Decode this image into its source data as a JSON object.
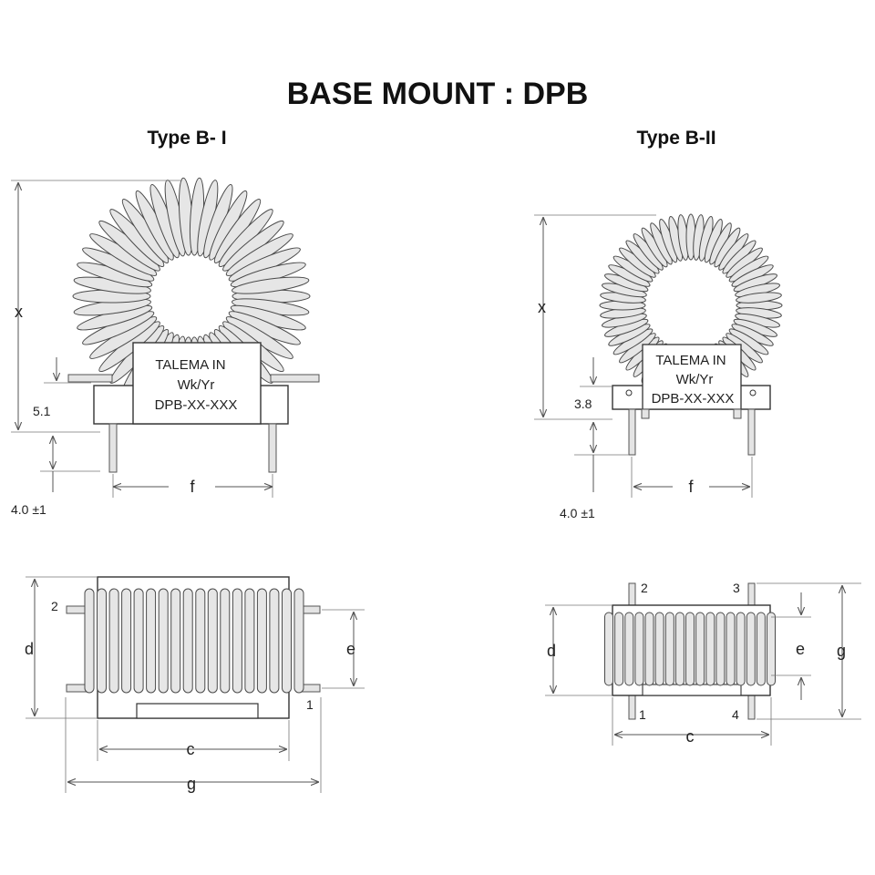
{
  "title": "BASE MOUNT : DPB",
  "type_b1": {
    "title": "Type  B- I",
    "label_lines": [
      "TALEMA IN",
      "Wk/Yr",
      "DPB-XX-XXX"
    ],
    "dim_x": "x",
    "dim_5_1": "5.1",
    "dim_4_0": "4.0 ±1",
    "dim_f": "f",
    "dim_d": "d",
    "dim_e": "e",
    "dim_c": "c",
    "dim_g": "g",
    "pin_2": "2",
    "pin_1": "1"
  },
  "type_b2": {
    "title": "Type  B-II",
    "label_lines": [
      "TALEMA IN",
      "Wk/Yr",
      "DPB-XX-XXX"
    ],
    "dim_x": "x",
    "dim_3_8": "3.8",
    "dim_4_0": "4.0 ±1",
    "dim_f": "f",
    "dim_d": "d",
    "dim_e": "e",
    "dim_g": "g",
    "dim_c": "c",
    "pin_2": "2",
    "pin_3": "3",
    "pin_1": "1",
    "pin_4": "4"
  }
}
